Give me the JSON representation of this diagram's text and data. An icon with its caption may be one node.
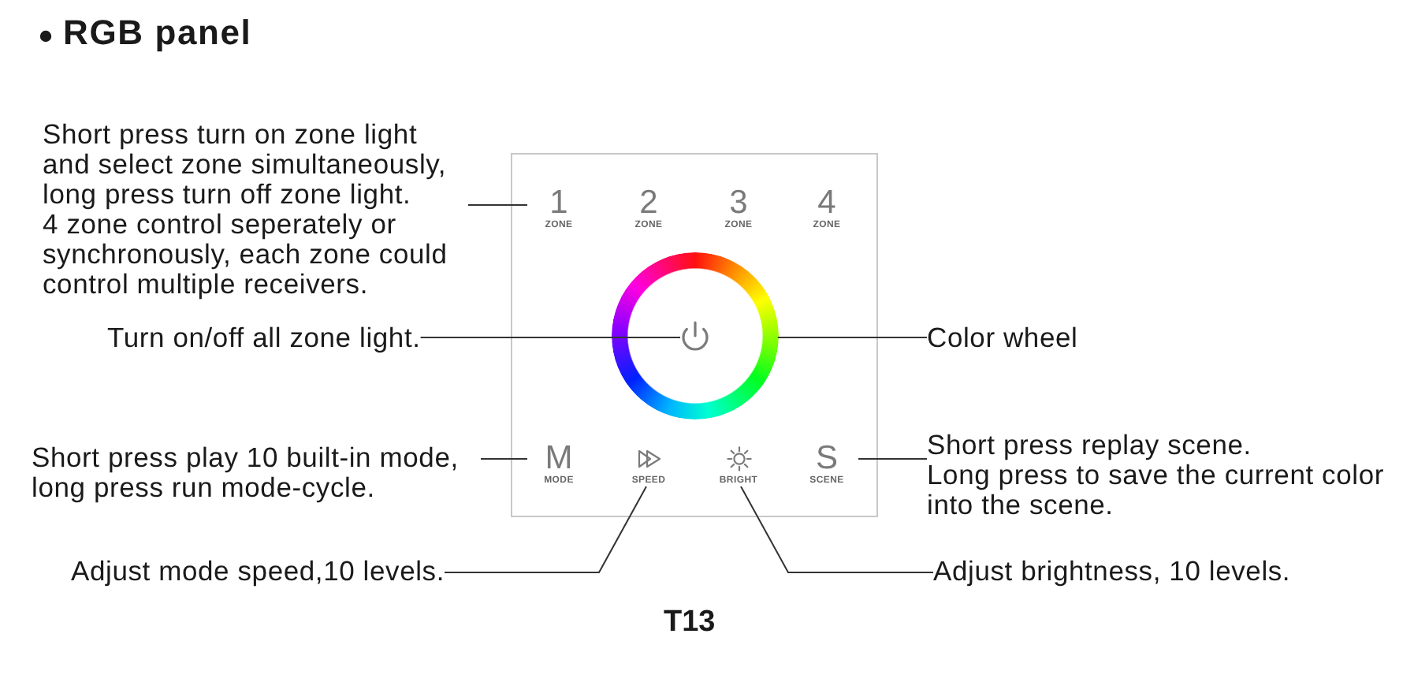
{
  "diagram": {
    "title": "RGB panel",
    "caption": "T13",
    "nodes": [
      {
        "text": [
          "Short press turn on zone light and select zone simultaneously, long press turn off zone light.",
          "4 zone control seperately or synchronously, each zone could control multiple receivers."
        ]
      },
      {
        "text": [],
        "shape": "box"
      },
      {
        "text": [
          "1",
          "ZONE"
        ],
        "in": 1
      },
      {
        "text": [
          "2",
          "ZONE"
        ],
        "in": 1
      },
      {
        "text": [
          "3",
          "ZONE"
        ],
        "in": 1
      },
      {
        "text": [
          "4",
          "ZONE"
        ],
        "in": 1
      },
      {
        "text": [
          "Turn on/off all zone light."
        ]
      },
      {
        "text": [],
        "shape": "circle",
        "in": 1
      },
      {
        "text": [],
        "shape": "picture",
        "in": 7
      },
      {
        "text": [
          "Color wheel"
        ]
      },
      {
        "text": [
          "Short press play 10 built-in mode, long press run mode-cycle."
        ]
      },
      {
        "text": [
          "M",
          "MODE"
        ],
        "in": 1
      },
      {
        "text": [
          "SPEED"
        ],
        "in": 1
      },
      {
        "text": [
          "BRIGHT"
        ],
        "in": 1
      },
      {
        "text": [
          "S",
          "SCENE"
        ],
        "in": 1
      },
      {
        "text": [
          "Short press replay scene.",
          "Long press to save the current color into the scene."
        ]
      },
      {
        "text": [
          "Adjust mode speed,10 levels."
        ]
      },
      {
        "text": [
          "Adjust brightness, 10 levels."
        ]
      }
    ],
    "edges": [
      {
        "from": 0,
        "to": 2,
        "arrow": "none"
      },
      {
        "from": 6,
        "to": 8,
        "arrow": "none"
      },
      {
        "from": 9,
        "to": 7,
        "arrow": "none"
      },
      {
        "from": 10,
        "to": 11,
        "arrow": "none"
      },
      {
        "from": 16,
        "to": 12,
        "arrow": "none"
      },
      {
        "from": 17,
        "to": 13,
        "arrow": "none"
      },
      {
        "from": 15,
        "to": 14,
        "arrow": "none"
      }
    ]
  }
}
